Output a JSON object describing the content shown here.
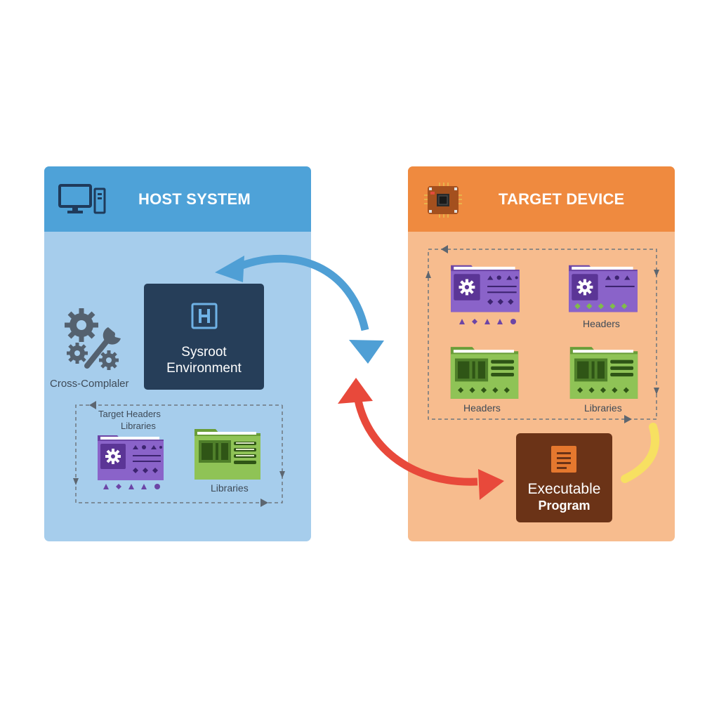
{
  "host": {
    "title": "HOST SYSTEM",
    "sysroot_label": "Sysroot\nEnvironment",
    "cross_compiler_label": "Cross-Complaler",
    "target_headers_label": "Target Headers",
    "target_libraries_label": "Libraries",
    "libraries_label": "Libraries"
  },
  "target": {
    "title": "TARGET DEVICE",
    "headers_label_1": "Headers",
    "headers_label_2": "Headers",
    "libraries_label": "Libraries",
    "executable_title": "Executable",
    "executable_sub": "Program"
  },
  "colors": {
    "host_panel": "#a6cdec",
    "host_header": "#4ea2d8",
    "target_panel": "#f7bc8e",
    "target_header": "#ef8a3f",
    "sysroot": "#263e59",
    "executable": "#6b3317",
    "header_folder": "#7a55b7",
    "library_folder": "#86bf4f",
    "arrow_blue": "#4f9fd5",
    "arrow_red": "#e8493b",
    "arrow_yellow": "#f7e061"
  },
  "icons": {
    "host": "desktop-computer-icon",
    "target": "circuit-board-icon",
    "sysroot": "h-letter-icon",
    "compiler": "gears-wrench-icon",
    "executable": "document-lines-icon"
  }
}
